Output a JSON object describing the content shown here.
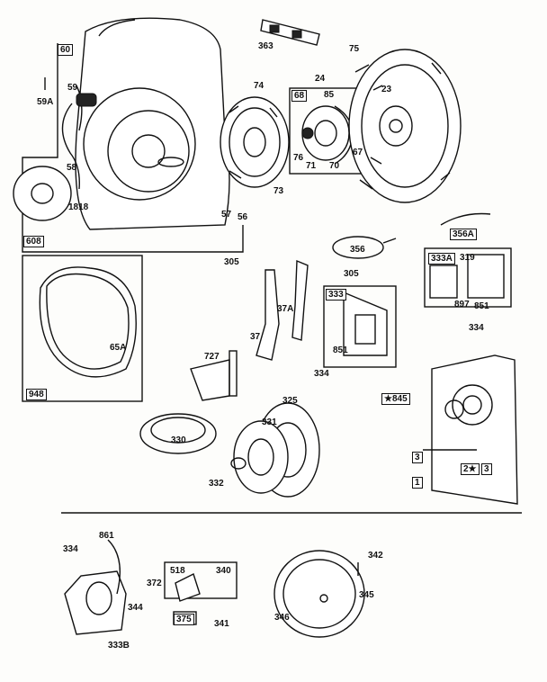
{
  "diagram": {
    "labels": {
      "l60": "60",
      "l59": "59",
      "l59a": "59A",
      "l58": "58",
      "l1818": "1818",
      "l608": "608",
      "l363": "363",
      "l75": "75",
      "l24": "24",
      "l74": "74",
      "l68": "68",
      "l85": "85",
      "l23": "23",
      "l76": "76",
      "l71": "71",
      "l70": "70",
      "l67": "67",
      "l73": "73",
      "l57": "57",
      "l56": "56",
      "l305a": "305",
      "l356": "356",
      "l356a": "356A",
      "l333a": "333A",
      "l319": "319",
      "l897": "897",
      "l851a": "851",
      "l334a": "334",
      "l305b": "305",
      "l333": "333",
      "l37a": "37A",
      "l37": "37",
      "l851b": "851",
      "l334b": "334",
      "l727": "727",
      "l65a": "65A",
      "l948": "948",
      "l845": "★845",
      "l3a": "3",
      "l2": "2★",
      "l3b": "3",
      "l1": "1",
      "l325": "325",
      "l331": "331",
      "l330": "330",
      "l332": "332",
      "l861": "861",
      "l334c": "334",
      "l344": "344",
      "l333b": "333B",
      "l518": "518",
      "l340": "340",
      "l372": "372",
      "l375": "375",
      "l341": "341",
      "l342": "342",
      "l345": "345",
      "l346": "346"
    }
  }
}
